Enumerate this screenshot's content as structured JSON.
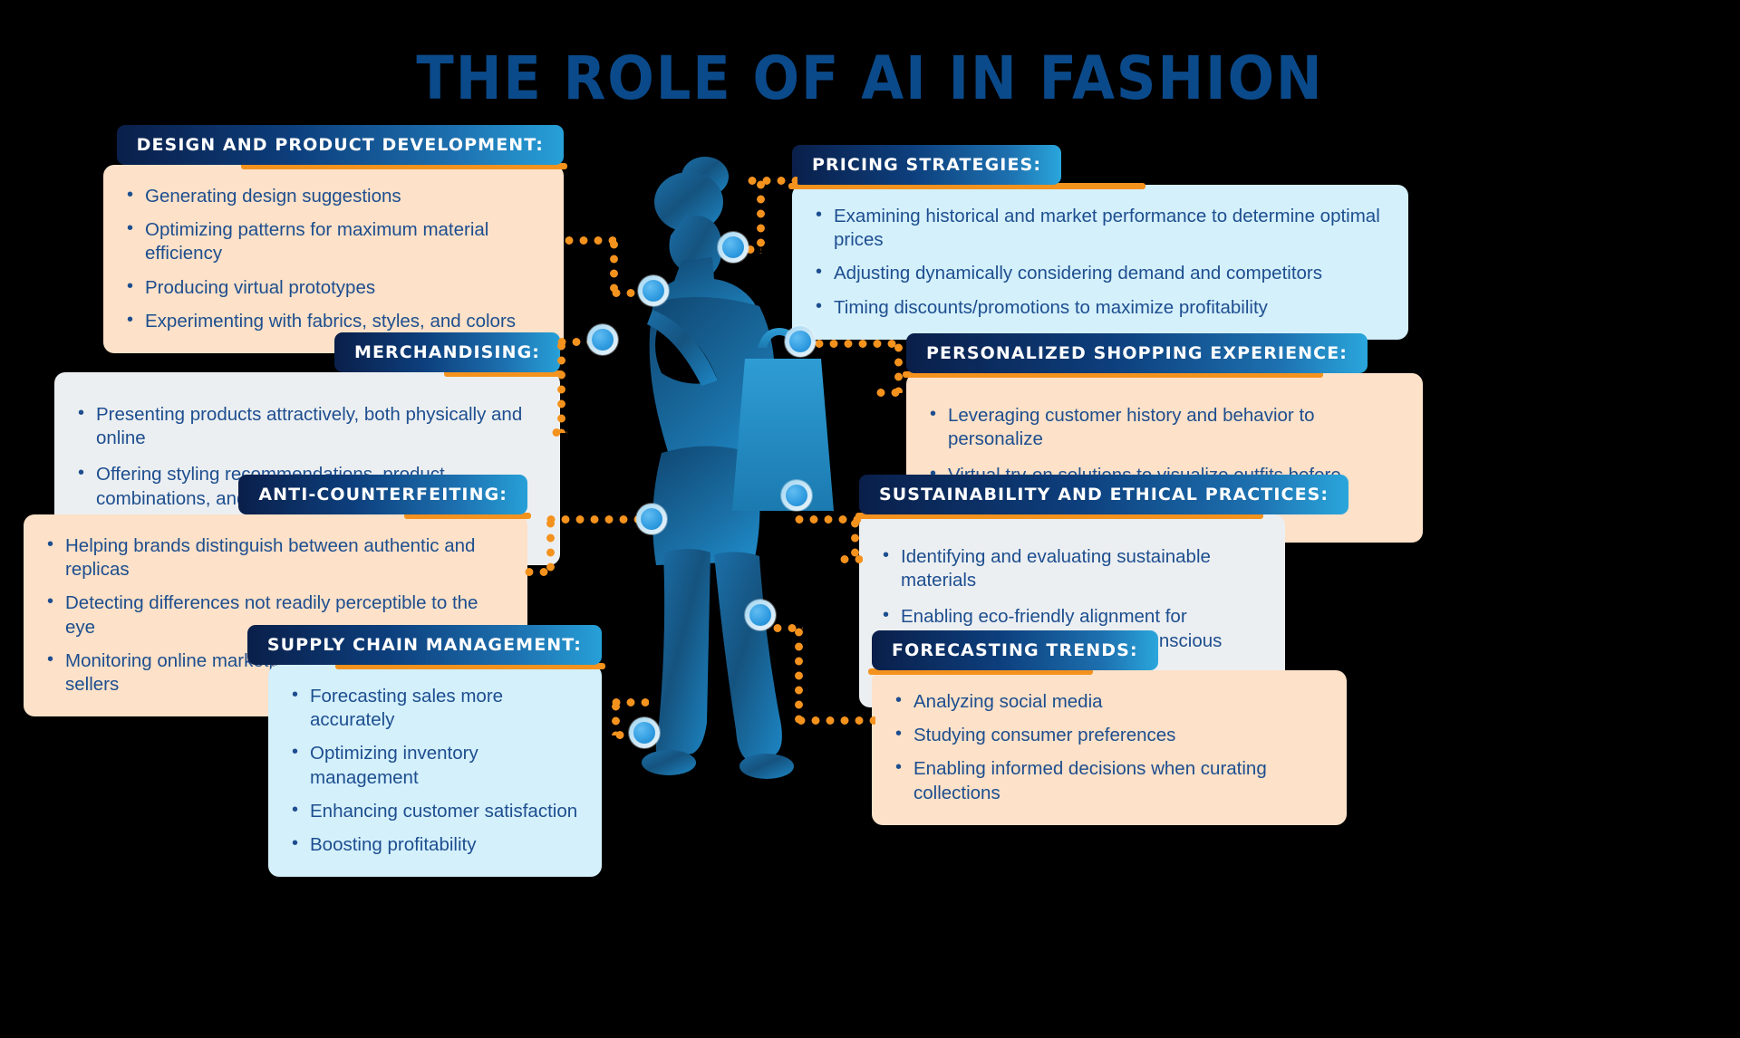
{
  "title": "THE ROLE OF AI IN FASHION",
  "colors": {
    "background": "#000000",
    "title_blue": "#0b4a8a",
    "header_gradient_start": "#0a1f4a",
    "header_gradient_end": "#27a0d8",
    "accent_orange": "#f4921e",
    "body_peach": "#fde1c8",
    "body_sky": "#d4f0fb",
    "body_gray": "#eceff1",
    "body_text": "#1d4e8f",
    "node_core": "#2f9be0",
    "figure_blue": "#1b6fa8"
  },
  "cards": [
    {
      "id": "design-and-product-development",
      "header": "DESIGN AND PRODUCT DEVELOPMENT:",
      "body_style": "peach",
      "items": [
        "Generating design suggestions",
        "Optimizing patterns for maximum material efficiency",
        "Producing virtual prototypes",
        "Experimenting with fabrics, styles, and colors"
      ]
    },
    {
      "id": "pricing-strategies",
      "header": "PRICING STRATEGIES:",
      "body_style": "sky",
      "items": [
        "Examining historical and market performance to determine optimal prices",
        "Adjusting dynamically considering demand and competitors",
        "Timing discounts/promotions to maximize profitability"
      ]
    },
    {
      "id": "merchandising",
      "header": "MERCHANDISING:",
      "body_style": "gray",
      "items": [
        "Presenting products attractively, both physically and online",
        "Offering styling recommendations, product combinations, and virtual try-ons for a compelling shopping experience"
      ]
    },
    {
      "id": "personalized-shopping-experience",
      "header": "PERSONALIZED SHOPPING EXPERIENCE:",
      "body_style": "peach",
      "items": [
        "Leveraging customer history and behavior to personalize",
        "Virtual try-on solutions to visualize outfits before purchase"
      ]
    },
    {
      "id": "anti-counterfeiting",
      "header": "ANTI-COUNTERFEITING:",
      "body_style": "peach",
      "items": [
        "Helping brands distinguish between authentic and replicas",
        "Detecting differences not readily perceptible to the eye",
        "Monitoring online marketplaces for unauthorized sellers"
      ]
    },
    {
      "id": "sustainability-and-ethical-practices",
      "header": "SUSTAINABILITY AND ETHICAL PRACTICES:",
      "body_style": "gray",
      "items": [
        "Identifying and evaluating sustainable materials",
        "Enabling eco-friendly alignment for increasingly environmentally conscious consumers"
      ]
    },
    {
      "id": "supply-chain-management",
      "header": "SUPPLY CHAIN MANAGEMENT:",
      "body_style": "sky",
      "items": [
        "Forecasting sales more accurately",
        "Optimizing inventory management",
        "Enhancing customer satisfaction",
        "Boosting profitability"
      ]
    },
    {
      "id": "forecasting-trends",
      "header": "FORECASTING TRENDS:",
      "body_style": "peach",
      "items": [
        "Analyzing social media",
        "Studying consumer preferences",
        "Enabling informed decisions when curating collections"
      ]
    }
  ]
}
